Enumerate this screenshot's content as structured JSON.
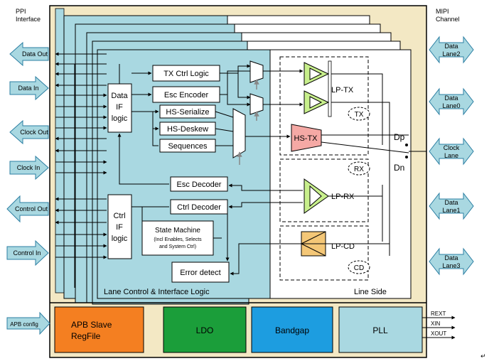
{
  "left_heading": {
    "line1": "PPI",
    "line2": "Interface"
  },
  "right_heading": {
    "line1": "MIPI",
    "line2": "Channel"
  },
  "left_ports": [
    {
      "label": "Data Out",
      "dir": "out"
    },
    {
      "label": "Data In",
      "dir": "in"
    },
    {
      "label": "Clock Out",
      "dir": "out"
    },
    {
      "label": "Clock In",
      "dir": "in"
    },
    {
      "label": "Control Out",
      "dir": "out"
    },
    {
      "label": "Control In",
      "dir": "in"
    }
  ],
  "right_ports": [
    {
      "line1": "Data",
      "line2": "Lane2"
    },
    {
      "line1": "Data",
      "line2": "Lane0"
    },
    {
      "line1": "Clock",
      "line2": "Lane"
    },
    {
      "line1": "Data",
      "line2": "Lane1"
    },
    {
      "line1": "Data",
      "line2": "Lane3"
    }
  ],
  "blocks": {
    "data_if": {
      "line1": "Data",
      "line2": "IF",
      "line3": "logic"
    },
    "ctrl_if": {
      "line1": "Ctrl",
      "line2": "IF",
      "line3": "logic"
    },
    "tx_ctrl": "TX Ctrl Logic",
    "esc_encoder": "Esc Encoder",
    "hs_serialize": "HS-Serialize",
    "hs_deskew": "HS-Deskew",
    "sequences": "Sequences",
    "esc_decoder": "Esc Decoder",
    "ctrl_decoder": "Ctrl Decoder",
    "state_machine": {
      "title": "State Machine",
      "sub1": "(Incl Enables, Selects",
      "sub2": "and System Ctrl)"
    },
    "error_detect": "Error detect"
  },
  "line_side": {
    "lp_tx": "LP-TX",
    "tx": "TX",
    "hs_tx": "HS-TX",
    "rx": "RX",
    "lp_rx": "LP-RX",
    "lp_cd": "LP-CD",
    "cd": "CD",
    "dp": "Dp",
    "dn": "Dn"
  },
  "section_labels": {
    "lane_control": "Lane Control & Interface Logic",
    "line_side": "Line Side"
  },
  "bottom": {
    "apb_config": "APB config",
    "apb_slave": {
      "line1": "APB Slave",
      "line2": "RegFile"
    },
    "ldo": "LDO",
    "bandgap": "Bandgap",
    "pll": "PLL",
    "rext": "REXT",
    "xin": "XIN",
    "xout": "XOUT"
  },
  "colors": {
    "outer_bg": "#f3e8c4",
    "lane_bg": "#a9d8e1",
    "port_arrow": "#a9d8e1",
    "hs_tx": "#f5a9a5",
    "lp_tx": "#c8ef8c",
    "lp_cd": "#f4c777",
    "apb": "#f47f21",
    "ldo": "#1b9e3a",
    "bandgap": "#1d9de0",
    "pll": "#a9d8e1"
  },
  "footer_mark": "↵"
}
